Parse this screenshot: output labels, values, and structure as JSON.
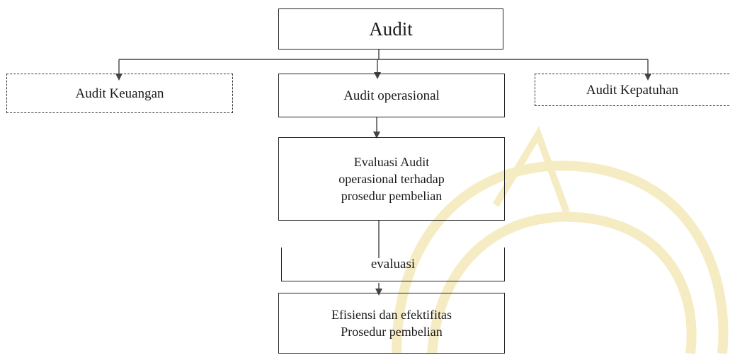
{
  "nodes": {
    "audit": "Audit",
    "audit_keuangan": "Audit Keuangan",
    "audit_operasional": "Audit operasional",
    "audit_kepatuhan": "Audit Kepatuhan",
    "evaluasi_audit": "Evaluasi Audit\noperasional terhadap\nprosedur pembelian",
    "evaluasi": "evaluasi",
    "efisiensi": "Efisiensi dan efektifitas\nProsedur pembelian"
  },
  "colors": {
    "line": "#444444",
    "watermark": "#f2e3a6"
  }
}
